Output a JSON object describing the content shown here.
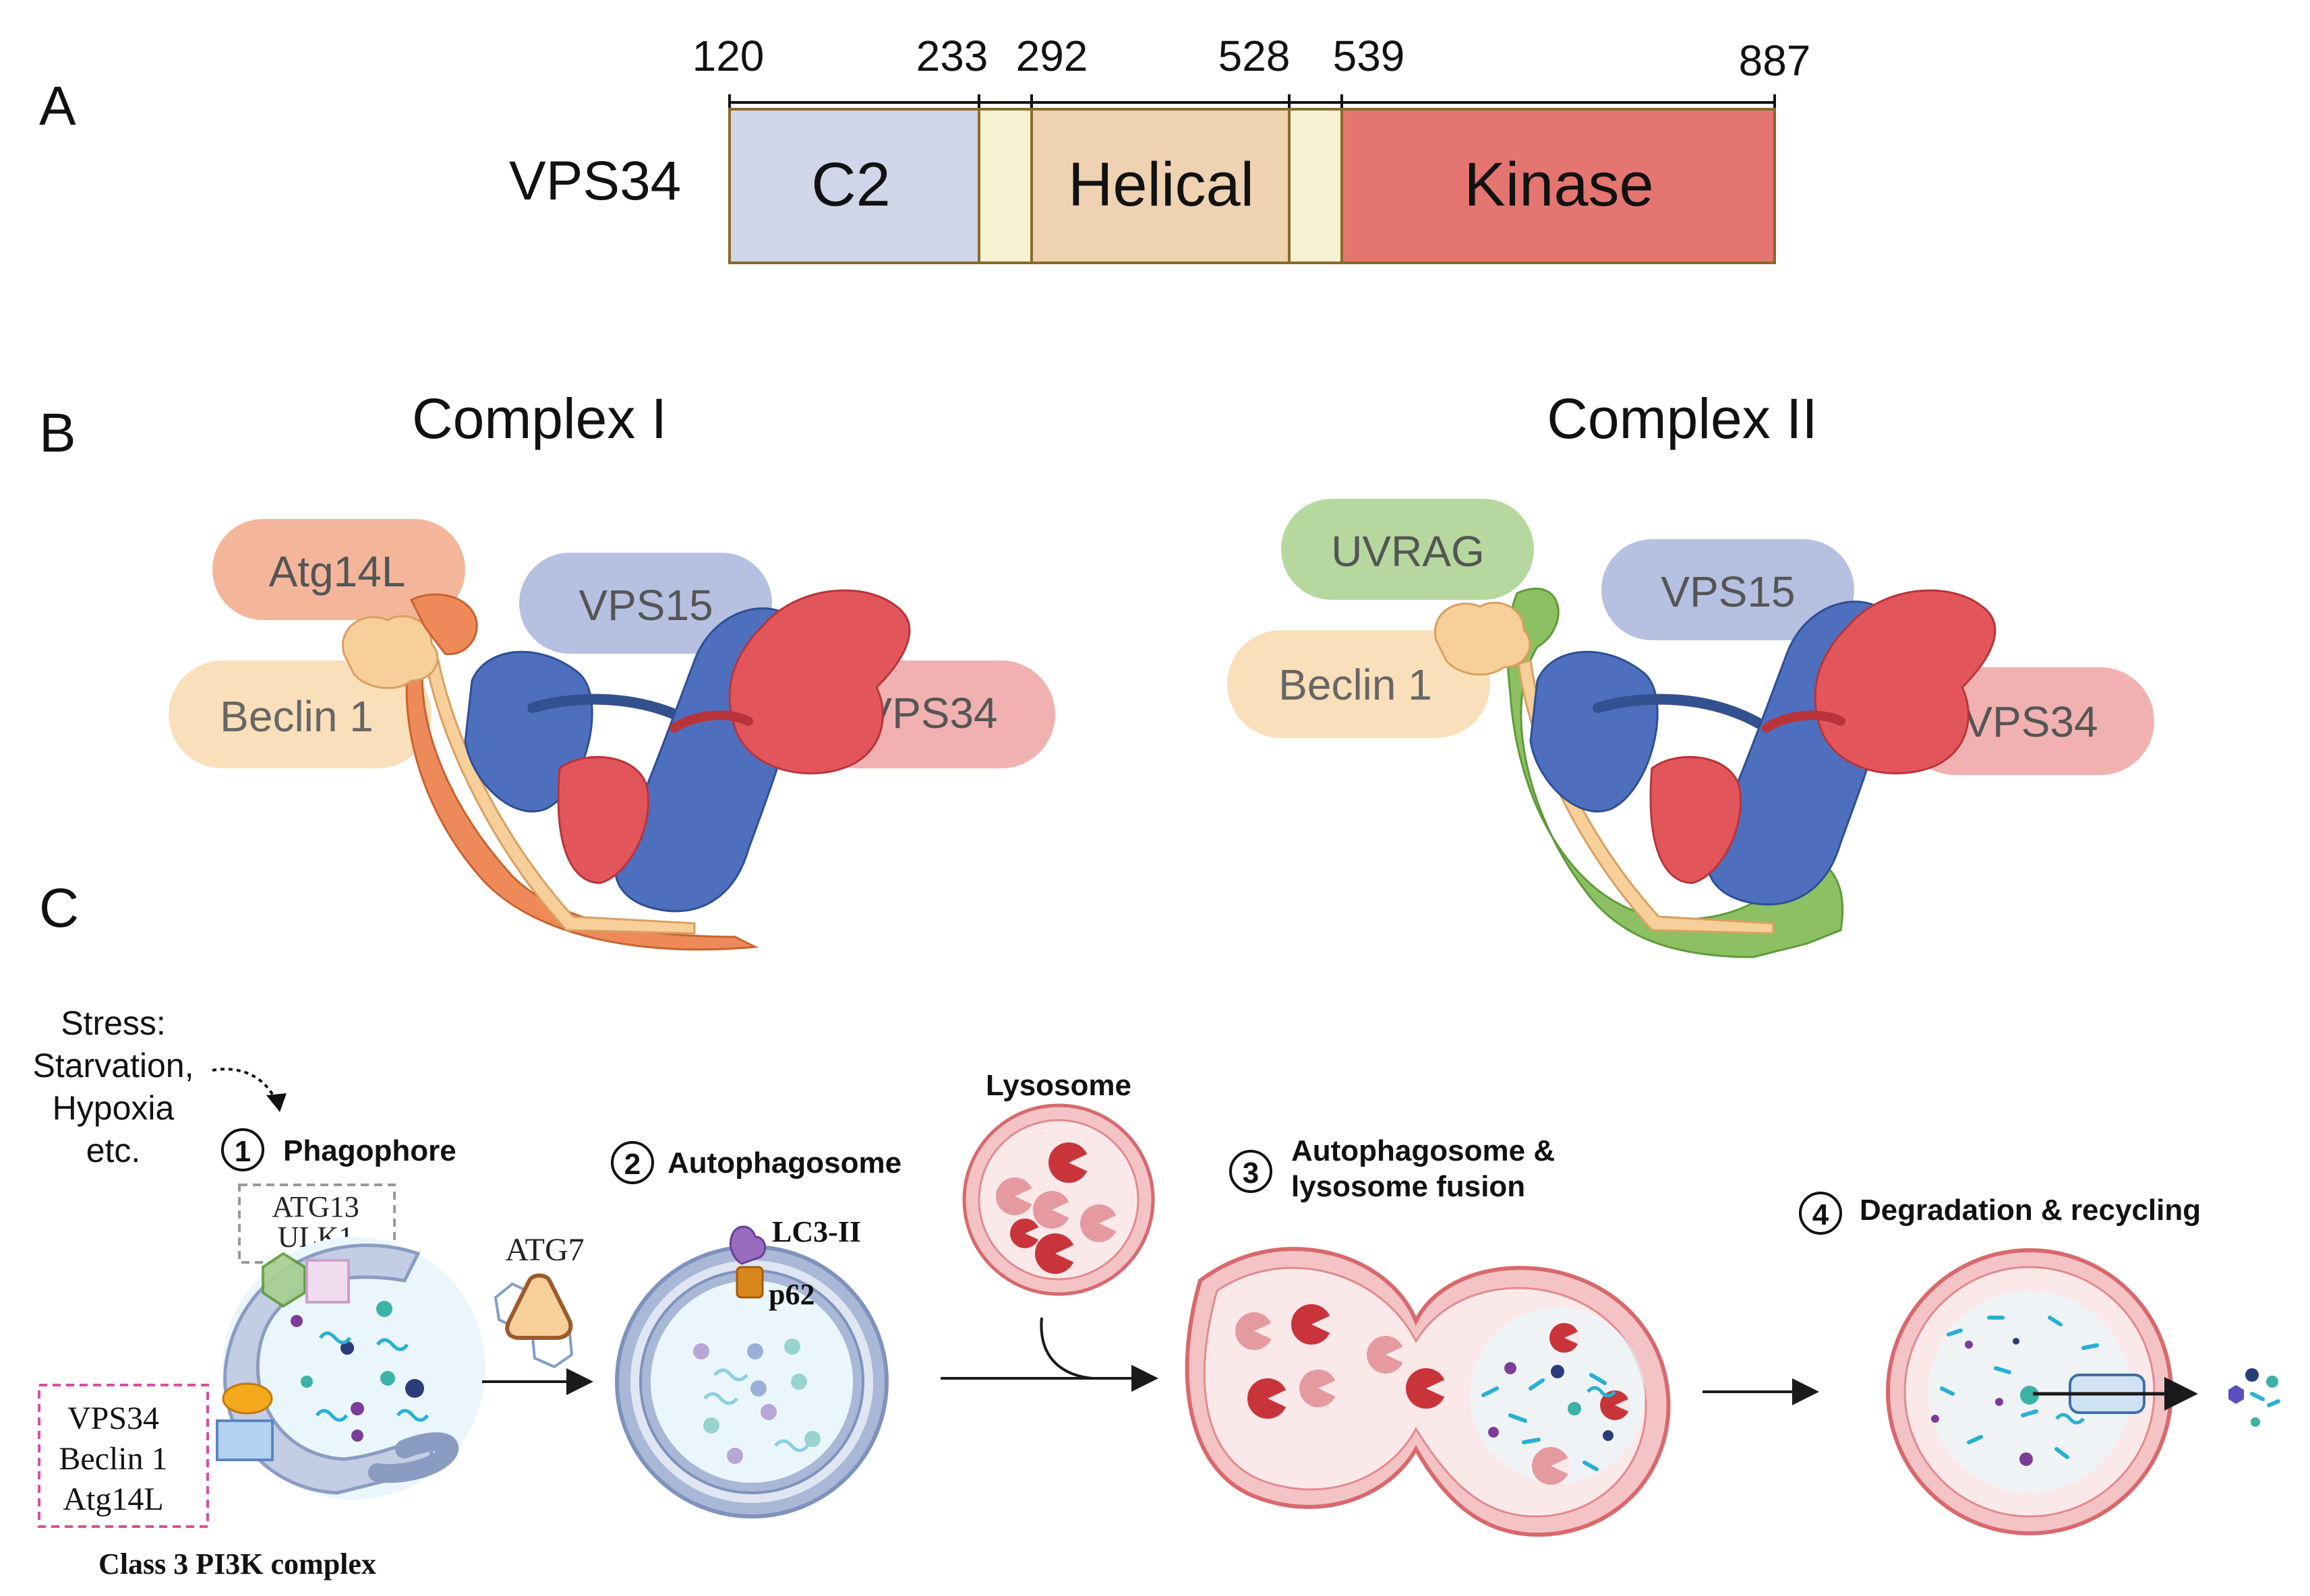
{
  "panels": {
    "a": "A",
    "b": "B",
    "c": "C"
  },
  "domain_map": {
    "protein": "VPS34",
    "ticks": [
      "120",
      "233",
      "292",
      "528",
      "539",
      "887"
    ],
    "domains": {
      "c2": "C2",
      "helical": "Helical",
      "kinase": "Kinase"
    },
    "colors": {
      "c2": "#cfd6ea",
      "linker": "#f7f3d2",
      "helical": "#efd2b1",
      "kinase": "#e57570",
      "border": "#8a6a2a"
    }
  },
  "complex1": {
    "title": "Complex I",
    "atg14l": "Atg14L",
    "vps15": "VPS15",
    "beclin1": "Beclin 1",
    "vps34": "VPS34"
  },
  "complex2": {
    "title": "Complex II",
    "uvrag": "UVRAG",
    "vps15": "VPS15",
    "beclin1": "Beclin 1",
    "vps34": "VPS34"
  },
  "pathway": {
    "stress": [
      "Stress:",
      "Starvation,",
      "Hypoxia",
      "etc."
    ],
    "step1": {
      "num": "1",
      "label": "Phagophore"
    },
    "step2": {
      "num": "2",
      "label": "Autophagosome"
    },
    "step3": {
      "num": "3",
      "label_line1": "Autophagosome &",
      "label_line2": "lysosome fusion"
    },
    "step4": {
      "num": "4",
      "label": "Degradation & recycling"
    },
    "lysosome": "Lysosome",
    "atg13": "ATG13",
    "ulk1": "ULK1",
    "atg7": "ATG7",
    "lc3": "LC3-II",
    "p62": "p62",
    "pi3k_box": [
      "VPS34",
      "Beclin 1",
      "Atg14L"
    ],
    "pi3k_caption": "Class 3 PI3K complex"
  },
  "colors": {
    "blue": "#4e6fbd",
    "red": "#e2565b",
    "orange": "#ee8a5a",
    "peach": "#f6cf9a",
    "green": "#8cc063",
    "lys_ring": "#e58686",
    "lys_fill": "#fbe9ea",
    "auto_ring": "#a9b8d6"
  }
}
